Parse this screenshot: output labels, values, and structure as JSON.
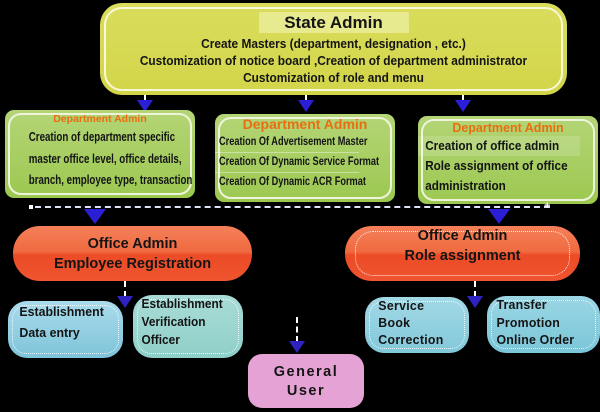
{
  "diagram": {
    "background": "#000000",
    "colors": {
      "state_box": "#d6d952",
      "state_title_band": "#e8ea90",
      "green_box": "#a4cb5e",
      "dept_title_orange": "#e96e0f",
      "orange_box_top": "#f58059",
      "orange_box_bottom": "#ec4b26",
      "cyan_box": "#8ccbe0",
      "teal_box": "#9bd4cf",
      "pink_box": "#e5a3d5",
      "arrow_blue": "#2b1fd6",
      "connector_dots": "#ffffff",
      "text": "#141414"
    },
    "icons": {
      "sparkle": "+"
    },
    "nodes": {
      "state_admin": {
        "title": "State Admin",
        "lines": [
          "Create Masters (department, designation , etc.)",
          "Customization of notice board  ,Creation of department administrator",
          "Customization of role and menu"
        ]
      },
      "dept_admin_left": {
        "title": "Department Admin",
        "lines": [
          "Creation of department specific",
          "master office level, office details,",
          "branch, employee type, transaction"
        ]
      },
      "dept_admin_middle": {
        "title": "Department Admin",
        "lines": [
          "Creation Of Advertisement Master",
          "Creation Of Dynamic Service Format",
          "Creation Of Dynamic ACR Format"
        ]
      },
      "dept_admin_right": {
        "title": "Department Admin",
        "lines": [
          "Creation of  office admin",
          "Role assignment of office",
          "administration"
        ]
      },
      "office_admin_left": {
        "lines": [
          "Office Admin",
          "Employee Registration"
        ]
      },
      "office_admin_right": {
        "lines": [
          "Office Admin",
          "Role assignment"
        ]
      },
      "establishment_data_entry": {
        "lines": [
          "Establishment",
          "Data entry"
        ]
      },
      "establishment_verification": {
        "lines": [
          "Establishment",
          "Verification",
          "Officer"
        ]
      },
      "service_book_correction": {
        "lines": [
          "Service",
          "Book",
          "Correction"
        ]
      },
      "transfer_promotion": {
        "lines": [
          "Transfer",
          "Promotion",
          "Online Order"
        ]
      },
      "general_user": {
        "lines": [
          "General",
          "User"
        ]
      }
    }
  }
}
